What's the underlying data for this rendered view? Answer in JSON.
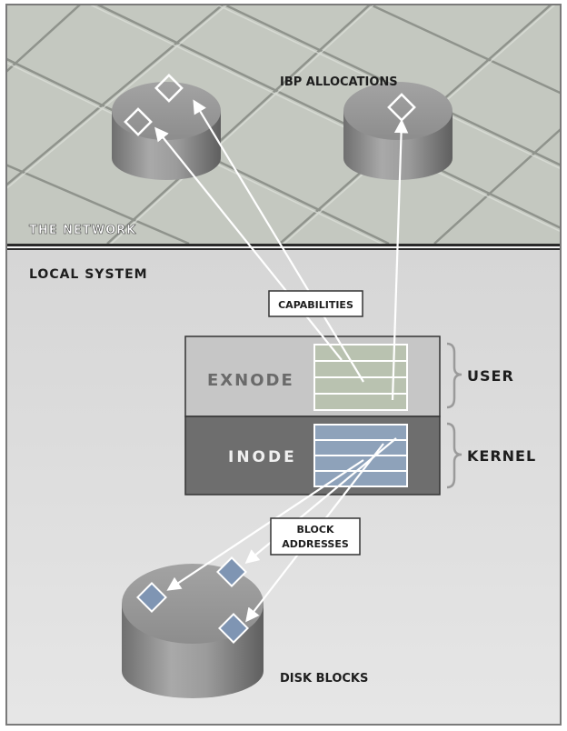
{
  "network": {
    "title": "THE NETWORK",
    "ibp_label": "IBP ALLOCATIONS"
  },
  "local": {
    "title": "LOCAL SYSTEM",
    "capabilities_label": "CAPABILITIES",
    "exnode_label": "EXNODE",
    "inode_label": "INODE",
    "user_label": "USER",
    "kernel_label": "KERNEL",
    "block_label_line1": "BLOCK",
    "block_label_line2": "ADDRESSES",
    "disk_label": "DISK BLOCKS"
  },
  "colors": {
    "network_bg": "#c4c8c0",
    "local_bg": "#dcdcdc",
    "exnode_fill": "#c6c6c6",
    "inode_fill": "#6e6e6e",
    "exnode_table": "#b9c2b0",
    "inode_table": "#8ea2ba",
    "disk_block": "#7f95b3",
    "arrow": "#ffffff"
  }
}
